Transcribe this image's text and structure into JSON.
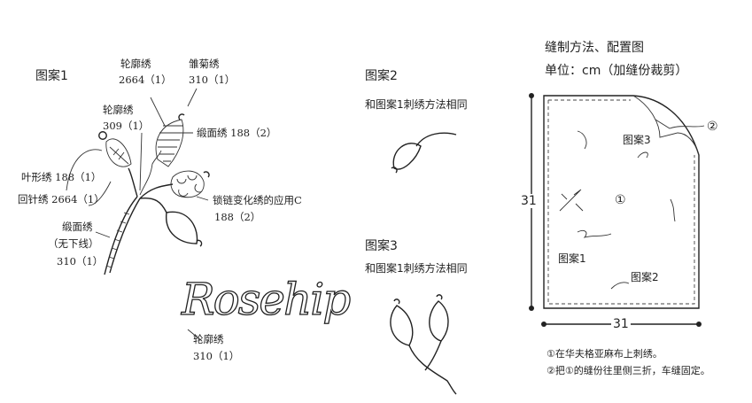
{
  "pattern1": {
    "title": "图案1",
    "labels": {
      "outline_2664_name": "轮廓绣",
      "outline_2664_thread": "2664（1）",
      "daisy_name": "雏菊绣",
      "daisy_thread": "310（1）",
      "outline_309_name": "轮廓绣",
      "outline_309_thread": "309（1）",
      "satin_188": "缎面绣 188（2）",
      "leaf_188": "叶形绣 188（1）",
      "backstitch_2664": "回针绣 2664（1）",
      "chain_variation_name": "锁链变化绣的应用C",
      "chain_variation_thread": "188（2）",
      "satin_310_name": "缎面绣",
      "satin_310_note": "（无下线）",
      "satin_310_thread": "310（1）",
      "outline_310_name": "轮廓绣",
      "outline_310_thread": "310（1）"
    },
    "script_text": "Rosehip"
  },
  "pattern2": {
    "title": "图案2",
    "note": "和图案1刺绣方法相同"
  },
  "pattern3": {
    "title": "图案3",
    "note": "和图案1刺绣方法相同"
  },
  "layout_diagram": {
    "title": "缝制方法、配置图",
    "unit": "单位：cm（加缝份裁剪）",
    "height_label": "31",
    "width_label": "31",
    "center_marker": "①",
    "fold_marker": "②",
    "placement_labels": [
      "图案3",
      "图案1",
      "图案2"
    ],
    "steps": [
      "①在华夫格亚麻布上刺绣。",
      "②把①的缝份往里侧三折，车缝固定。"
    ]
  }
}
